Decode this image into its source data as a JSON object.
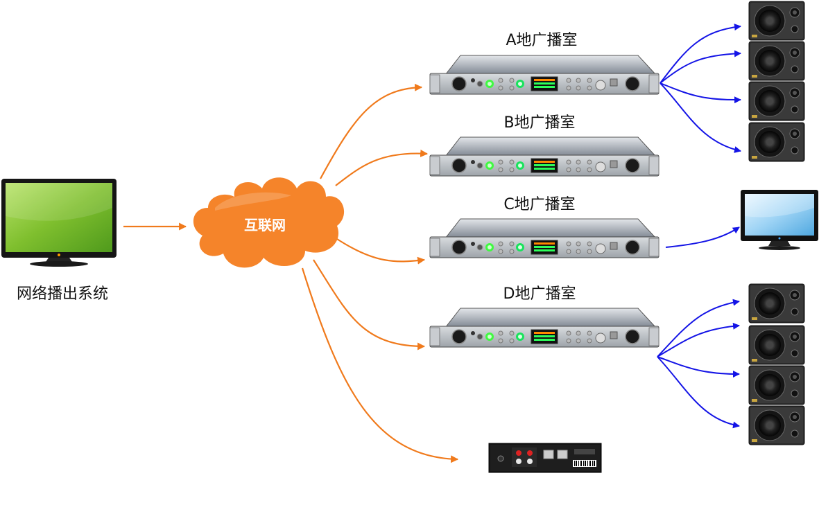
{
  "source": {
    "label": "网络播出系统"
  },
  "cloud": {
    "label": "互联网"
  },
  "rooms": [
    {
      "label": "A地广播室"
    },
    {
      "label": "B地广播室"
    },
    {
      "label": "C地广播室"
    },
    {
      "label": "D地广播室"
    }
  ],
  "colors": {
    "orange_arrow": "#F07A1C",
    "blue_arrow": "#1414E6",
    "cloud_fill": "#F5842A",
    "monitor_screen": "#8CC63F"
  },
  "icons": [
    "monitor-icon",
    "cloud-icon",
    "rack-device-icon",
    "speaker-icon",
    "tv-icon",
    "small-device-icon"
  ]
}
